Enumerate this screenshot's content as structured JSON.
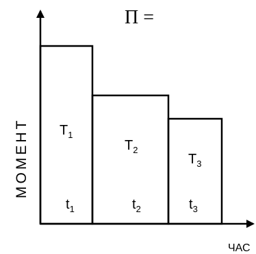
{
  "title": "П =",
  "y_axis_label": "МОМЕНТ",
  "x_axis_label": "ЧАС",
  "blocks": [
    {
      "moment_label": "T",
      "moment_sub": "1",
      "time_label": "t",
      "time_sub": "1"
    },
    {
      "moment_label": "T",
      "moment_sub": "2",
      "time_label": "t",
      "time_sub": "2"
    },
    {
      "moment_label": "T",
      "moment_sub": "3",
      "time_label": "t",
      "time_sub": "3"
    }
  ]
}
